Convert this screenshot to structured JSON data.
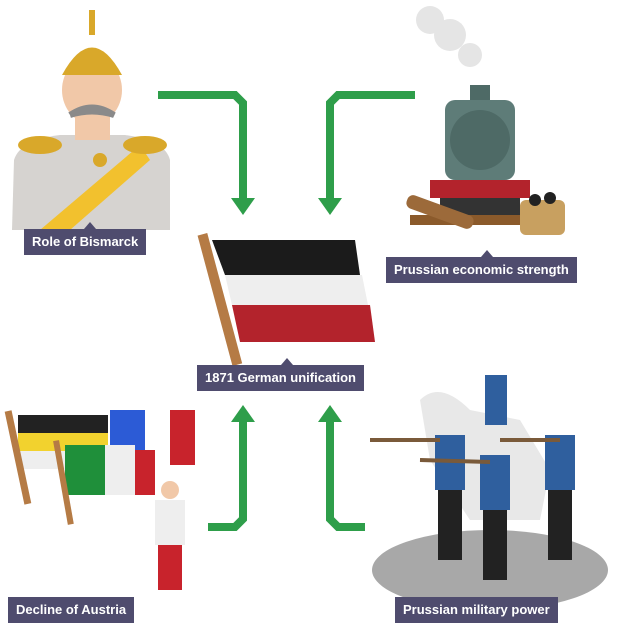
{
  "diagram": {
    "center": {
      "label": "1871 German unification"
    },
    "factors": [
      {
        "label": "Role of Bismarck"
      },
      {
        "label": "Prussian economic strength"
      },
      {
        "label": "Decline of Austria"
      },
      {
        "label": "Prussian military power"
      }
    ]
  },
  "colors": {
    "label_bg": "#4f4c6e",
    "arrow": "#2e9e4a"
  }
}
